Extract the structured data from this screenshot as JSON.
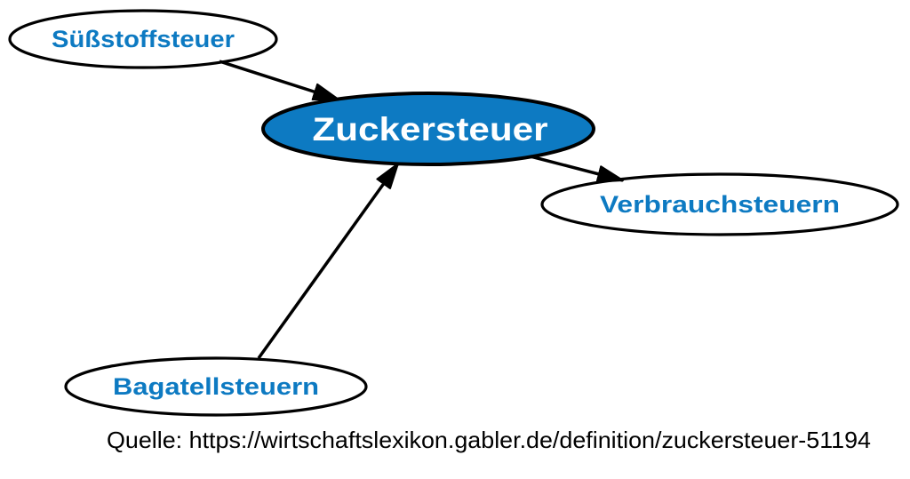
{
  "diagram": {
    "background": "#ffffff",
    "accent_blue": "#0d7ac2",
    "outline_color": "#000000",
    "nodes": {
      "zuckersteuer": {
        "label": "Zuckersteuer",
        "fill": "#0d7ac2",
        "text_color": "#ffffff"
      },
      "suessstoffsteuer": {
        "label": "Süßstoffsteuer",
        "fill": "#ffffff",
        "text_color": "#0d7ac2"
      },
      "verbrauchsteuern": {
        "label": "Verbrauchsteuern",
        "fill": "#ffffff",
        "text_color": "#0d7ac2"
      },
      "bagatellsteuern": {
        "label": "Bagatellsteuern",
        "fill": "#ffffff",
        "text_color": "#0d7ac2"
      }
    },
    "edges": [
      {
        "from": "Süßstoffsteuer",
        "to": "Zuckersteuer"
      },
      {
        "from": "Zuckersteuer",
        "to": "Verbrauchsteuern"
      },
      {
        "from": "Bagatellsteuern",
        "to": "Zuckersteuer"
      }
    ],
    "source_line": "Quelle: https://wirtschaftslexikon.gabler.de/definition/zuckersteuer-51194"
  }
}
